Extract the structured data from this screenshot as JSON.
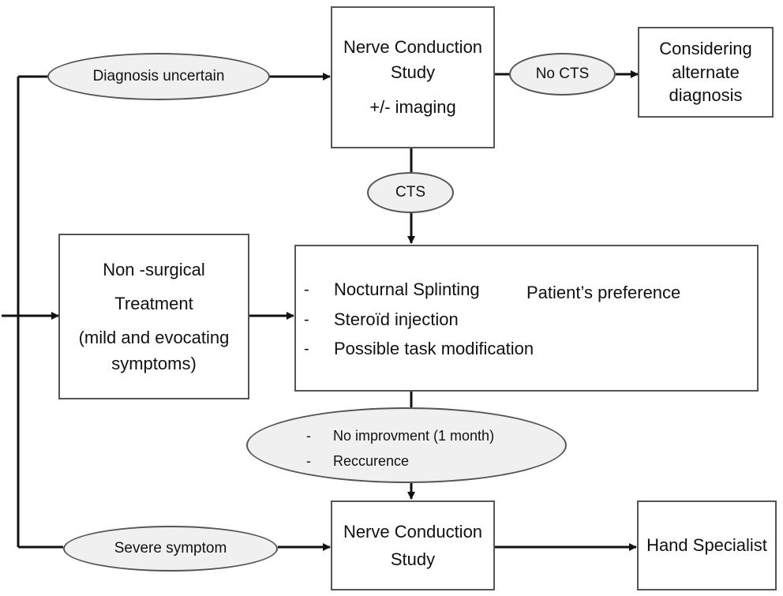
{
  "nodes": {
    "ncs_top": {
      "lines": [
        "Nerve Conduction",
        "Study",
        "+/- imaging"
      ]
    },
    "alternate": {
      "lines": [
        "Considering",
        "alternate",
        "diagnosis"
      ]
    },
    "non_surgical": {
      "lines": [
        "Non -surgical",
        "Treatment",
        "(mild and evocating",
        "symptoms)"
      ]
    },
    "treatment_options": {
      "items": [
        "Nocturnal Splinting",
        "Steroïd injection",
        "Possible task modification"
      ],
      "brace_label": "Patient’s  preference"
    },
    "ncs_bottom": {
      "lines": [
        "Nerve Conduction",
        "Study"
      ]
    },
    "hand_specialist": {
      "label": "Hand Specialist"
    }
  },
  "conditions": {
    "diagnosis_uncertain": "Diagnosis uncertain",
    "no_cts": "No CTS",
    "cts": "CTS",
    "no_improvement": [
      "No improvment (1 month)",
      "Reccurence"
    ],
    "severe_symptom": "Severe symptom"
  },
  "colors": {
    "line": "#111111",
    "border": "#555555",
    "ellipse_fill": "#f0f0f0"
  }
}
